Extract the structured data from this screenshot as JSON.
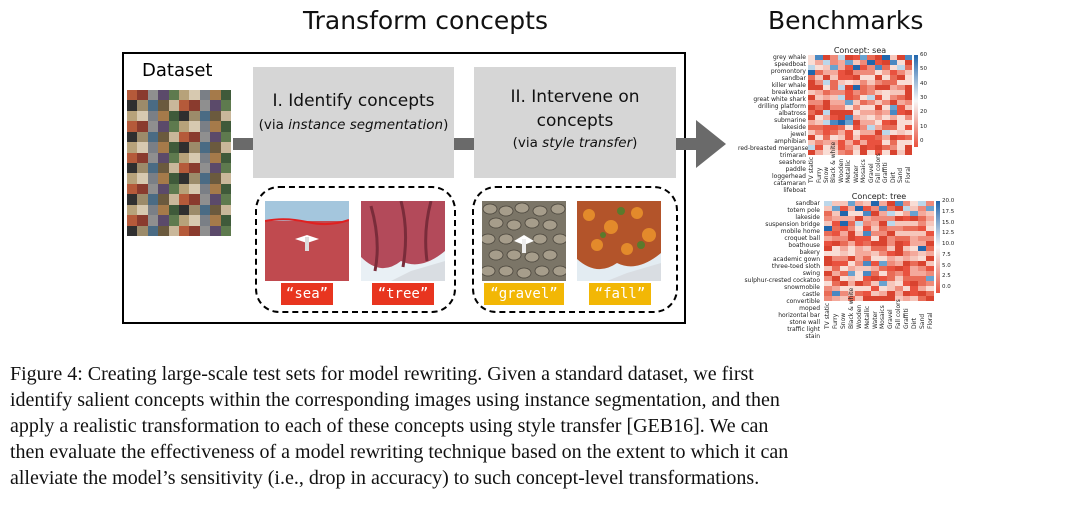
{
  "headings": {
    "transform": "Transform concepts",
    "benchmarks": "Benchmarks"
  },
  "dataset": {
    "label": "Dataset"
  },
  "steps": [
    {
      "title": "I. Identify concepts",
      "sub_pre": "(via ",
      "sub_em": "instance segmentation",
      "sub_post": ")"
    },
    {
      "title_line1": "II. Intervene on",
      "title_line2": "concepts",
      "sub_pre": "(via ",
      "sub_em": "style transfer",
      "sub_post": ")"
    }
  ],
  "tags": [
    {
      "text": "“sea”",
      "color": "#e8351f"
    },
    {
      "text": "“tree”",
      "color": "#e8351f"
    },
    {
      "text": "“gravel”",
      "color": "#f2b705"
    },
    {
      "text": "“fall”",
      "color": "#f2b705"
    }
  ],
  "heatmaps": [
    {
      "title": "Concept: sea",
      "rows": [
        "grey whale",
        "speedboat",
        "promontory",
        "sandbar",
        "killer whale",
        "breakwater",
        "great white shark",
        "drilling platform",
        "albatross",
        "submarine",
        "lakeside",
        "jewel",
        "amphibian",
        "red-breasted merganser",
        "trimaran",
        "seashore",
        "paddle",
        "loggerhead",
        "catamaran",
        "lifeboat"
      ],
      "cols": [
        "TV static",
        "Furry",
        "Snow",
        "Black & white",
        "Wooden",
        "Metallic",
        "Water",
        "Mosaics",
        "Gravel",
        "Fall colors",
        "Graffiti",
        "Dirt",
        "Sand",
        "Floral"
      ],
      "colorbar": [
        "60",
        "50",
        "40",
        "30",
        "20",
        "10",
        "0"
      ]
    },
    {
      "title": "Concept: tree",
      "rows": [
        "sandbar",
        "totem pole",
        "lakeside",
        "suspension bridge",
        "mobile home",
        "croquet ball",
        "boathouse",
        "bakery",
        "academic gown",
        "three-toed sloth",
        "swing",
        "sulphur-crested cockatoo",
        "snowmobile",
        "castle",
        "convertible",
        "moped",
        "horizontal bar",
        "stone wall",
        "traffic light",
        "stain"
      ],
      "cols": [
        "TV static",
        "Furry",
        "Snow",
        "Black & white",
        "Wooden",
        "Metallic",
        "Water",
        "Mosaics",
        "Gravel",
        "Fall colors",
        "Graffiti",
        "Dirt",
        "Sand",
        "Floral"
      ],
      "colorbar": [
        "20.0",
        "17.5",
        "15.0",
        "12.5",
        "10.0",
        "7.5",
        "5.0",
        "2.5",
        "0.0"
      ]
    }
  ],
  "caption": [
    "Figure 4: Creating large-scale test sets for model rewriting.  Given a standard dataset, we first",
    "identify salient concepts within the corresponding images using instance segmentation, and then",
    "apply a realistic transformation to each of these concepts using style transfer [GEB16].  We can",
    "then evaluate the effectiveness of a model rewriting technique based on the extent to which it can",
    "alleviate the model’s sensitivity (i.e., drop in accuracy) to such concept-level transformations."
  ],
  "colors": {
    "step_box": "#d6d6d6",
    "connector": "#6a6a6a",
    "tag_red": "#e8351f",
    "tag_yellow": "#f2b705",
    "heat_low": "#e9523f",
    "heat_high": "#2166ac"
  }
}
